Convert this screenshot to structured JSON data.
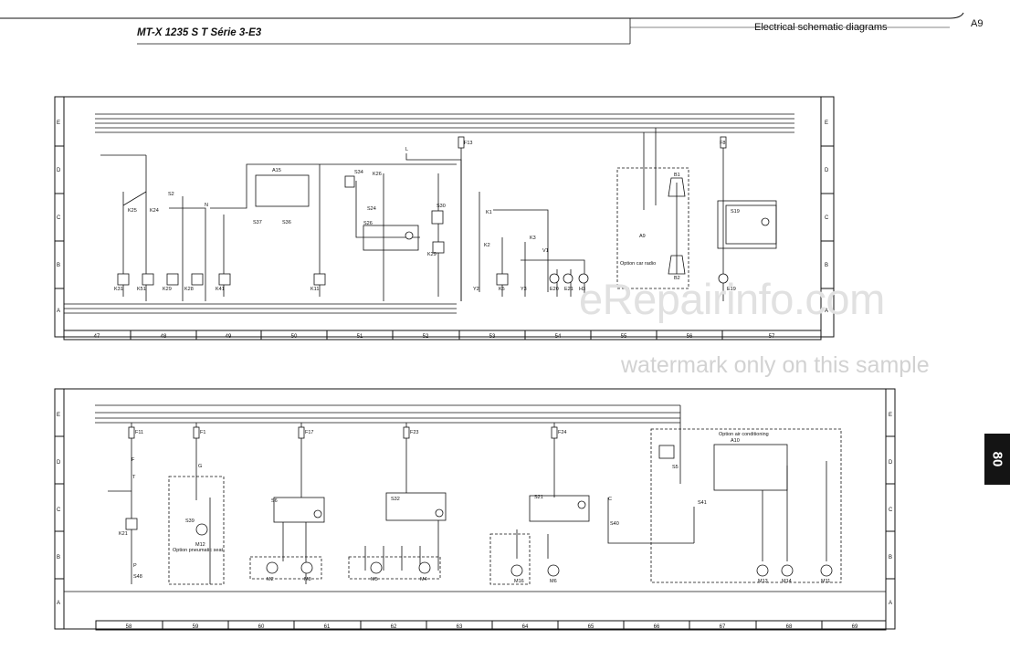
{
  "header": {
    "model_title": "MT-X 1235 S T Série 3-E3",
    "section_title": "Electrical schematic diagrams",
    "page_code": "A9"
  },
  "tab": {
    "number": "80"
  },
  "watermark": {
    "site": "eRepairinfo.com",
    "notice": "watermark only on this sample"
  },
  "rows": [
    "E",
    "D",
    "C",
    "B",
    "A"
  ],
  "diagram_top": {
    "columns": [
      "47",
      "48",
      "49",
      "50",
      "51",
      "52",
      "53",
      "54",
      "55",
      "56",
      "57"
    ],
    "components": [
      "F13",
      "F8",
      "A15",
      "S34",
      "K26",
      "S30",
      "K1",
      "K2",
      "K3",
      "V1",
      "S2",
      "S37",
      "S36",
      "S26",
      "S24",
      "K25",
      "K24",
      "K31",
      "K51",
      "K29",
      "K28",
      "K41",
      "K11",
      "K29",
      "Y2",
      "K5",
      "Y3",
      "E20",
      "E21",
      "H3",
      "A9",
      "B1",
      "B2",
      "S19",
      "E19"
    ],
    "labels": [
      "N",
      "L",
      "Option car radio"
    ]
  },
  "diagram_bottom": {
    "columns": [
      "58",
      "59",
      "60",
      "61",
      "62",
      "63",
      "64",
      "65",
      "66",
      "67",
      "68",
      "69"
    ],
    "components": [
      "F11",
      "F1",
      "F17",
      "F23",
      "F24",
      "K21",
      "S48",
      "S39",
      "M12",
      "S6",
      "M2",
      "M3",
      "S32",
      "M5",
      "M4",
      "M16",
      "S21",
      "M6",
      "S40",
      "A10",
      "S5",
      "S41",
      "M13",
      "M14",
      "M11"
    ],
    "labels": [
      "F",
      "G",
      "T",
      "P",
      "C",
      "Option pneumatic seat",
      "Option air conditioning"
    ]
  }
}
